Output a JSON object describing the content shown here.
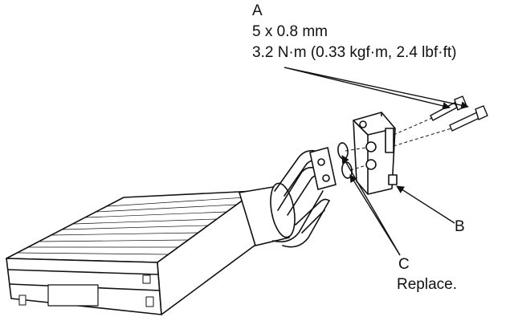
{
  "callouts": {
    "a": {
      "letter": "A",
      "size": "5 x 0.8 mm",
      "torque": "3.2 N·m (0.33 kgf·m, 2.4 lbf·ft)"
    },
    "b": {
      "letter": "B"
    },
    "c": {
      "letter": "C",
      "note": "Replace."
    }
  },
  "colors": {
    "ink": "#111111",
    "background": "#ffffff"
  }
}
